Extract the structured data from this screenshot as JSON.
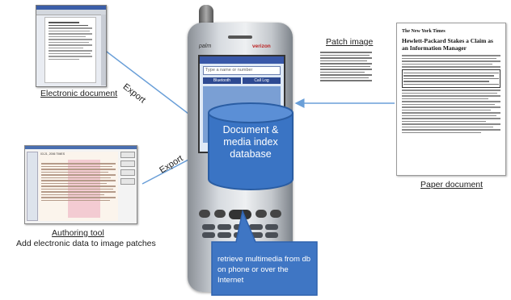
{
  "labels": {
    "electronic_document": "Electronic document",
    "authoring_tool": "Authoring tool",
    "authoring_subtitle": "Add electronic data to image patches",
    "patch_image": "Patch image",
    "paper_document": "Paper document",
    "export_top": "Export",
    "export_bottom": "Export"
  },
  "database": {
    "title": "Document & media index database"
  },
  "callout": {
    "text": "retrieve multimedia from db on phone or over the Internet"
  },
  "paper_doc": {
    "masthead": "The New York Times",
    "headline": "Hewlett-Packard Stakes a Claim as an Information Manager"
  },
  "phone_screen": {
    "brand": "palm",
    "carrier": "verizon",
    "search_placeholder": "Type a name or number",
    "softkeys": [
      "Bluetooth",
      "Call Log"
    ]
  },
  "authoring_screen": {
    "date": "03.21, 2006 TIMES"
  },
  "colors": {
    "database_fill": "#3a74c4",
    "database_stroke": "#2a5da3",
    "callout_fill": "#3f76c4",
    "arrow": "#6a9fd8"
  }
}
